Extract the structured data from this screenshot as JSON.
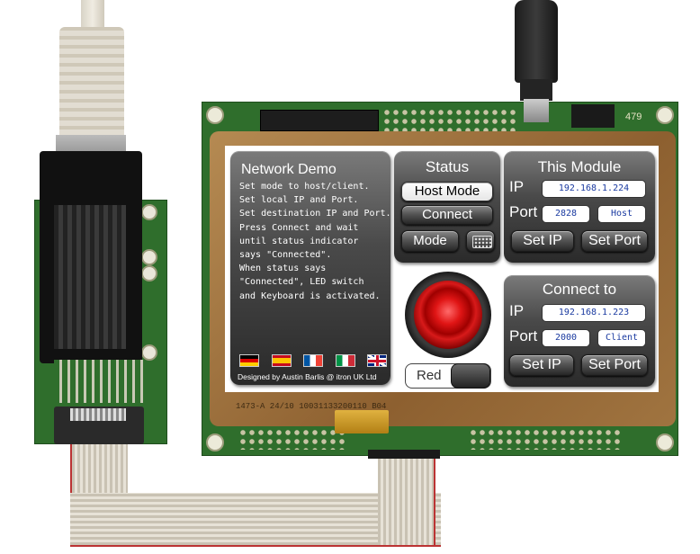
{
  "demo": {
    "title": "Network Demo",
    "instructions": [
      "Set mode to host/client.",
      "Set local IP and Port.",
      "Set destination IP and Port.",
      "Press Connect and wait",
      "until status indicator",
      "says \"Connected\".",
      "When status says",
      "\"Connected\", LED switch",
      "and Keyboard is activated."
    ],
    "flags": [
      "german-flag-icon",
      "spanish-flag-icon",
      "french-flag-icon",
      "italian-flag-icon",
      "uk-flag-icon"
    ],
    "credit": "Designed by Austin Barlis @ itron UK Ltd"
  },
  "status": {
    "title": "Status",
    "host_mode": "Host Mode",
    "connect": "Connect",
    "mode": "Mode",
    "keyboard_icon": "keyboard-icon"
  },
  "this_module": {
    "title": "This Module",
    "ip_label": "IP",
    "ip_value": "192.168.1.224",
    "port_label": "Port",
    "port_value": "2828",
    "role_value": "Host",
    "set_ip": "Set IP",
    "set_port": "Set Port"
  },
  "connect_to": {
    "title": "Connect to",
    "ip_label": "IP",
    "ip_value": "192.168.1.223",
    "port_label": "Port",
    "port_value": "2000",
    "role_value": "Client",
    "set_ip": "Set IP",
    "set_port": "Set Port"
  },
  "led": {
    "color": "#d01010",
    "switch_label": "Red"
  },
  "hardware": {
    "pcb_label": "479",
    "lcd_serial": "1473-A 24/10 10031133200110 B04"
  }
}
